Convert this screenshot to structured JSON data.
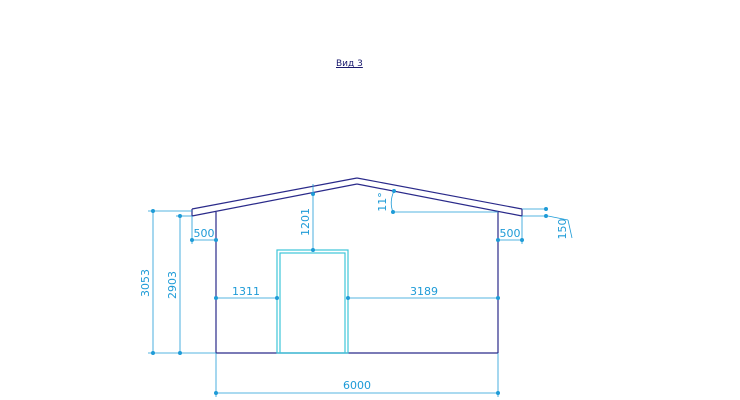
{
  "view_title": "Вид 3",
  "colors": {
    "outline": "#2a2a8a",
    "dimension": "#1e9bd7",
    "door": "#3ec6d9"
  },
  "dimensions": {
    "total_height": "3053",
    "wall_height": "2903",
    "left_overhang": "500",
    "right_overhang": "500",
    "above_door": "1201",
    "roof_pitch": "11°",
    "fascia": "150",
    "left_to_door": "1311",
    "door_to_right": "3189",
    "total_width": "6000"
  }
}
